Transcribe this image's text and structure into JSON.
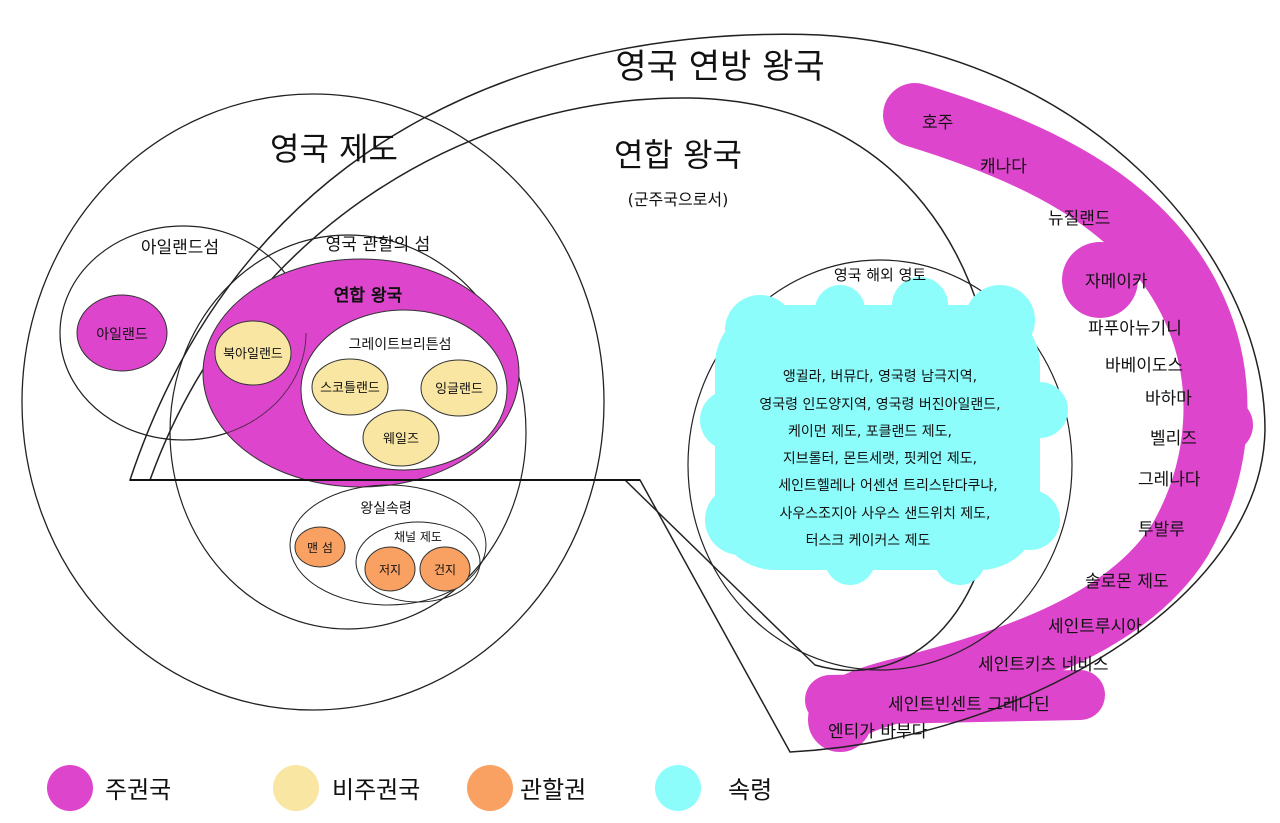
{
  "colors": {
    "sovereign": "#dd45cc",
    "non_sovereign": "#f9e6a2",
    "jurisdiction": "#f9a163",
    "territory": "#8cfdfb"
  },
  "labels": {
    "commonwealth_realms": "영국 연방 왕국",
    "british_isles": "영국 제도",
    "united_kingdom_title": "연합 왕국",
    "as_monarchy": "(군주국으로서)",
    "ireland_island": "아일랜드섬",
    "ireland": "아일랜드",
    "british_islands": "영국 관할의 섬",
    "united_kingdom": "연합 왕국",
    "northern_ireland": "북아일랜드",
    "great_britain": "그레이트브리튼섬",
    "scotland": "스코틀랜드",
    "england": "잉글랜드",
    "wales": "웨일즈",
    "crown_dependencies": "왕실속령",
    "isle_of_man": "맨 섬",
    "channel_islands": "채널 제도",
    "jersey": "저지",
    "guernsey": "건지",
    "overseas_territories": "영국 해외 영토"
  },
  "territories_lines": [
    "앵귈라, 버뮤다, 영국령 남극지역,",
    "영국령 인도양지역, 영국령 버진아일랜드,",
    "케이먼 제도, 포클랜드 제도,",
    "지브롤터, 몬트세랫, 핏케언 제도,",
    "세인트헬레나 어센션 트리스탄다쿠냐,",
    "사우스조지아 사우스 샌드위치 제도,",
    "터스크 케이커스 제도"
  ],
  "realms": [
    "호주",
    "캐나다",
    "뉴질랜드",
    "자메이카",
    "파푸아뉴기니",
    "바베이도스",
    "바하마",
    "벨리즈",
    "그레나다",
    "투발루",
    "솔로몬 제도",
    "세인트루시아",
    "세인트키츠 네비스",
    "세인트빈센트 그레나딘",
    "엔티가 바부다"
  ],
  "legend": [
    {
      "label": "주권국",
      "color": "#dd45cc"
    },
    {
      "label": "비주권국",
      "color": "#f9e6a2"
    },
    {
      "label": "관할권",
      "color": "#f9a163"
    },
    {
      "label": "속령",
      "color": "#8cfdfb"
    }
  ]
}
